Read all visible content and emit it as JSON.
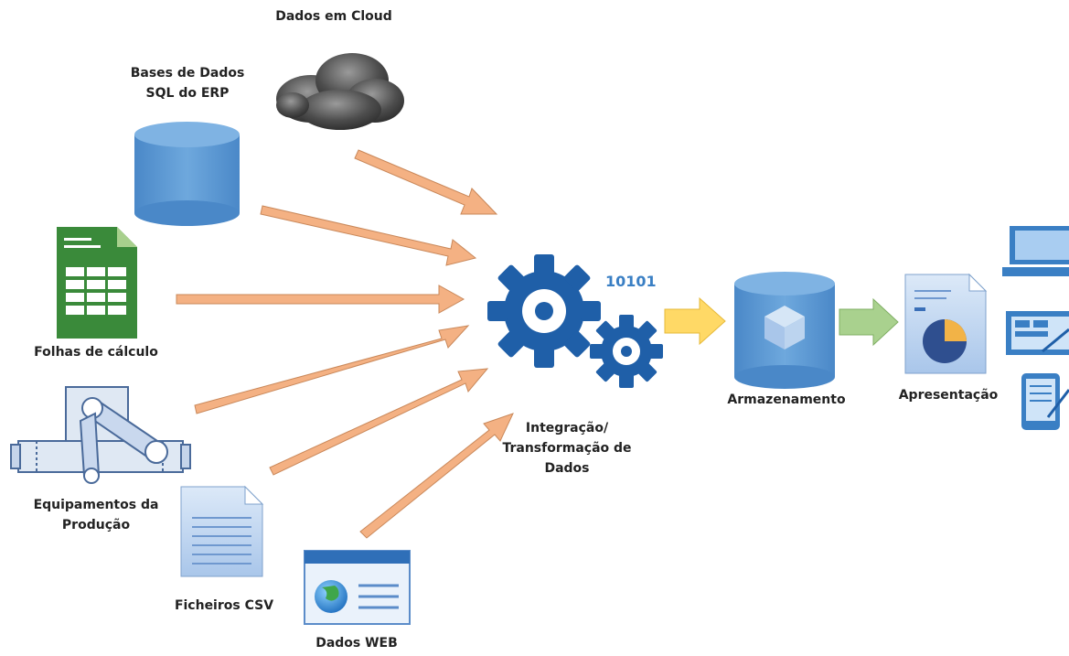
{
  "sources": {
    "cloud": "Dados em Cloud",
    "erp_line1": "Bases de Dados",
    "erp_line2": "SQL do ERP",
    "spreadsheets": "Folhas de cálculo",
    "equipment_line1": "Equipamentos da",
    "equipment_line2": "Produção",
    "csv": "Ficheiros CSV",
    "web": "Dados WEB"
  },
  "process": {
    "binary": "10101",
    "line1": "Integração/",
    "line2": "Transformação de",
    "line3": "Dados"
  },
  "storage": "Armazenamento",
  "presentation": "Apresentação",
  "colors": {
    "source_arrow": "#f4b183",
    "integration_arrow": "#ffd966",
    "storage_arrow": "#a9d18e",
    "gear": "#1f5fa8",
    "database": "#5b9bd5",
    "spreadsheet": "#3a8a3a"
  }
}
